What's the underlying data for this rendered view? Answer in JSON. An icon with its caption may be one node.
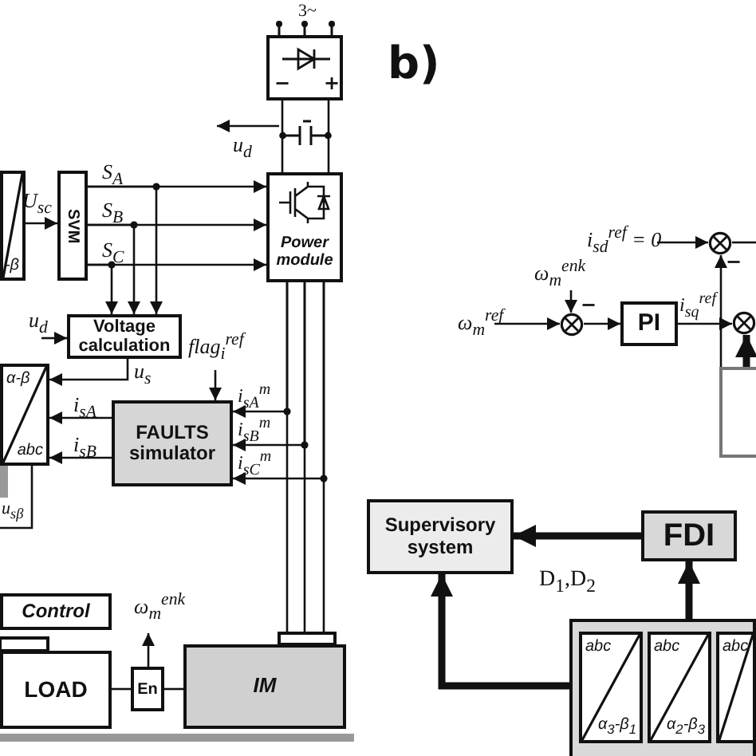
{
  "diagram": {
    "nodes": [
      {
        "text": [],
        "shape": "box",
        "beside": [
          "3~"
        ]
      },
      {
        "text": [
          "-β"
        ]
      },
      {
        "text": [
          "SVM"
        ]
      },
      {
        "text": [
          "Power module"
        ]
      },
      {
        "text": [
          "Voltage calculation"
        ]
      },
      {
        "text": [
          "α-β",
          "abc"
        ]
      },
      {
        "text": [
          "FAULTS simulator"
        ]
      },
      {
        "text": [
          "Control"
        ]
      },
      {
        "text": [
          "LOAD"
        ]
      },
      {
        "text": [
          "En"
        ]
      },
      {
        "text": [
          "IM"
        ]
      },
      {
        "text": [],
        "shape": "circle"
      },
      {
        "text": [],
        "shape": "circle"
      },
      {
        "text": [
          "PI"
        ]
      },
      {
        "text": [],
        "shape": "circle"
      },
      {
        "text": [],
        "shape": "box"
      },
      {
        "text": [
          "Supervisory system"
        ]
      },
      {
        "text": [
          "FDI"
        ]
      },
      {
        "text": [],
        "shape": "box"
      },
      {
        "text": [
          "abc",
          "α$_{3}$-β$_{1}$"
        ],
        "in": 18
      },
      {
        "text": [
          "abc",
          "α$_{2}$-β$_{3}$"
        ],
        "in": 18
      },
      {
        "text": [
          "abc"
        ],
        "in": 18
      },
      {
        "text": [],
        "shape": "capacitor"
      }
    ],
    "edges": [
      {
        "from": 22,
        "to": null,
        "arrow": "to",
        "label": "u$_{d}$"
      },
      {
        "from": 0,
        "to": 3,
        "arrow": "none"
      },
      {
        "from": 0,
        "to": 3,
        "arrow": "none"
      },
      {
        "from": 1,
        "to": 2,
        "arrow": "to",
        "label": "U$_{sc}$"
      },
      {
        "from": 2,
        "to": 3,
        "arrow": "to",
        "label": "S$_{A}$"
      },
      {
        "from": 2,
        "to": 3,
        "arrow": "to",
        "label": "S$_{B}$"
      },
      {
        "from": 2,
        "to": 3,
        "arrow": "to",
        "label": "S$_{C}$"
      },
      {
        "from": 2,
        "to": 4,
        "arrow": "to"
      },
      {
        "from": 2,
        "to": 4,
        "arrow": "to"
      },
      {
        "from": 2,
        "to": 4,
        "arrow": "to"
      },
      {
        "from": null,
        "to": 4,
        "arrow": "to",
        "label": "u$_{d}$"
      },
      {
        "from": 4,
        "to": 5,
        "arrow": "to",
        "label": "u$_{s}$"
      },
      {
        "from": 6,
        "to": 5,
        "arrow": "to",
        "label": "i$_{sA}$"
      },
      {
        "from": 6,
        "to": 5,
        "arrow": "to",
        "label": "i$_{sB}$"
      },
      {
        "from": null,
        "to": 6,
        "arrow": "to",
        "label": "flag$_{i}$$^{ref}$"
      },
      {
        "from": 3,
        "to": 10,
        "arrow": "none"
      },
      {
        "from": 3,
        "to": 10,
        "arrow": "none"
      },
      {
        "from": 3,
        "to": 10,
        "arrow": "none"
      },
      {
        "from": 3,
        "to": 6,
        "arrow": "to",
        "label": "i$_{sA}$$^{m}$"
      },
      {
        "from": 3,
        "to": 6,
        "arrow": "to",
        "label": "i$_{sB}$$^{m}$"
      },
      {
        "from": 3,
        "to": 6,
        "arrow": "to",
        "label": "i$_{sC}$$^{m}$"
      },
      {
        "from": 5,
        "to": null,
        "arrow": "none",
        "label": "u$_{sβ}$"
      },
      {
        "from": 8,
        "to": 9,
        "arrow": "none"
      },
      {
        "from": 9,
        "to": 10,
        "arrow": "none"
      },
      {
        "from": 9,
        "to": null,
        "arrow": "to",
        "label": "ω$_{m}$$^{enk}$"
      },
      {
        "from": null,
        "to": 11,
        "arrow": "to",
        "label": "i$_{sd}$$^{ref}$ = 0"
      },
      {
        "from": 11,
        "to": null,
        "arrow": "none"
      },
      {
        "from": null,
        "to": 12,
        "arrow": "to",
        "label": "ω$_{m}$$^{ref}$"
      },
      {
        "from": null,
        "to": 12,
        "arrow": "to",
        "label": "ω$_{m}$$^{enk}$"
      },
      {
        "from": 12,
        "to": 13,
        "arrow": "to"
      },
      {
        "from": 13,
        "to": 14,
        "arrow": "to",
        "label": "i$_{sq}$$^{ref}$"
      },
      {
        "from": 15,
        "to": 11,
        "arrow": "to"
      },
      {
        "from": 15,
        "to": 14,
        "arrow": "to",
        "style": "thick"
      },
      {
        "from": 17,
        "to": 16,
        "arrow": "to",
        "style": "thick",
        "label": "D$_{1}$,D$_{2}$"
      },
      {
        "from": 18,
        "to": 17,
        "arrow": "to",
        "style": "thick"
      },
      {
        "from": 18,
        "to": 16,
        "arrow": "to",
        "style": "thick"
      }
    ],
    "labels": [
      "b)",
      "−",
      "+",
      "−",
      "−"
    ]
  }
}
